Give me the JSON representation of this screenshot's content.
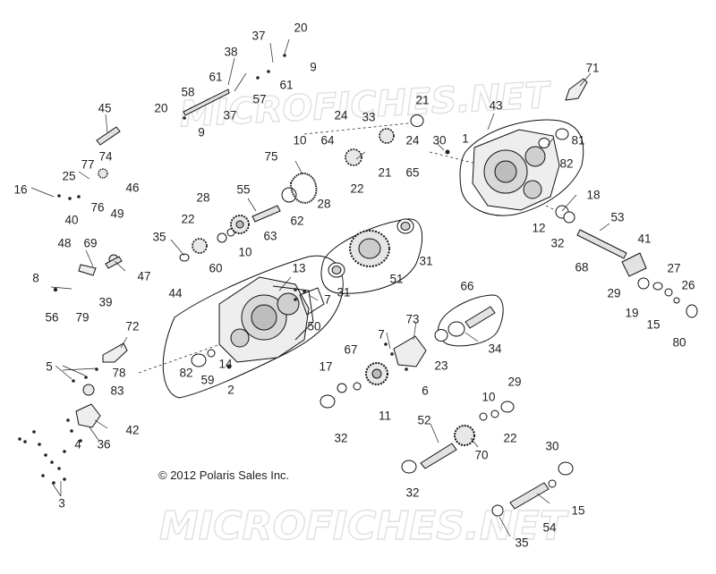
{
  "copyright": "© 2012 Polaris Sales Inc.",
  "watermarks": [
    "MICROFICHES.NET",
    "MICROFICHES.NET"
  ],
  "callouts": [
    {
      "id": "c1",
      "text": "20"
    },
    {
      "id": "c2",
      "text": "37"
    },
    {
      "id": "c3",
      "text": "9"
    },
    {
      "id": "c4",
      "text": "38"
    },
    {
      "id": "c5",
      "text": "61"
    },
    {
      "id": "c6",
      "text": "61"
    },
    {
      "id": "c7",
      "text": "57"
    },
    {
      "id": "c8",
      "text": "58"
    },
    {
      "id": "c9",
      "text": "37"
    },
    {
      "id": "c10",
      "text": "20"
    },
    {
      "id": "c11",
      "text": "9"
    },
    {
      "id": "c12",
      "text": "45"
    },
    {
      "id": "c13",
      "text": "71"
    },
    {
      "id": "c14",
      "text": "43"
    },
    {
      "id": "c15",
      "text": "81"
    },
    {
      "id": "c16",
      "text": "82"
    },
    {
      "id": "c17",
      "text": "21"
    },
    {
      "id": "c18",
      "text": "33"
    },
    {
      "id": "c19",
      "text": "24"
    },
    {
      "id": "c20",
      "text": "24"
    },
    {
      "id": "c21",
      "text": "30"
    },
    {
      "id": "c22",
      "text": "1"
    },
    {
      "id": "c23",
      "text": "64"
    },
    {
      "id": "c24",
      "text": "10"
    },
    {
      "id": "c25",
      "text": "21"
    },
    {
      "id": "c26",
      "text": "65"
    },
    {
      "id": "c27",
      "text": "75"
    },
    {
      "id": "c28",
      "text": "22"
    },
    {
      "id": "c29",
      "text": "28"
    },
    {
      "id": "c30",
      "text": "74"
    },
    {
      "id": "c31",
      "text": "77"
    },
    {
      "id": "c32",
      "text": "25"
    },
    {
      "id": "c33",
      "text": "16"
    },
    {
      "id": "c34",
      "text": "46"
    },
    {
      "id": "c35",
      "text": "40"
    },
    {
      "id": "c36",
      "text": "76"
    },
    {
      "id": "c37",
      "text": "49"
    },
    {
      "id": "c38",
      "text": "55"
    },
    {
      "id": "c39",
      "text": "28"
    },
    {
      "id": "c40",
      "text": "62"
    },
    {
      "id": "c41",
      "text": "18"
    },
    {
      "id": "c42",
      "text": "12"
    },
    {
      "id": "c43",
      "text": "32"
    },
    {
      "id": "c44",
      "text": "68"
    },
    {
      "id": "c45",
      "text": "53"
    },
    {
      "id": "c46",
      "text": "22"
    },
    {
      "id": "c47",
      "text": "10"
    },
    {
      "id": "c48",
      "text": "63"
    },
    {
      "id": "c49",
      "text": "35"
    },
    {
      "id": "c50",
      "text": "60"
    },
    {
      "id": "c51",
      "text": "48"
    },
    {
      "id": "c52",
      "text": "69"
    },
    {
      "id": "c53",
      "text": "47"
    },
    {
      "id": "c54",
      "text": "31"
    },
    {
      "id": "c55",
      "text": "51"
    },
    {
      "id": "c56",
      "text": "31"
    },
    {
      "id": "c57",
      "text": "41"
    },
    {
      "id": "c58",
      "text": "27"
    },
    {
      "id": "c59",
      "text": "26"
    },
    {
      "id": "c60",
      "text": "8"
    },
    {
      "id": "c61",
      "text": "39"
    },
    {
      "id": "c62",
      "text": "56"
    },
    {
      "id": "c63",
      "text": "79"
    },
    {
      "id": "c64",
      "text": "44"
    },
    {
      "id": "c65",
      "text": "13"
    },
    {
      "id": "c66",
      "text": "7"
    },
    {
      "id": "c67",
      "text": "50"
    },
    {
      "id": "c68",
      "text": "66"
    },
    {
      "id": "c69",
      "text": "29"
    },
    {
      "id": "c70",
      "text": "19"
    },
    {
      "id": "c71",
      "text": "15"
    },
    {
      "id": "c72",
      "text": "80"
    },
    {
      "id": "c73",
      "text": "72"
    },
    {
      "id": "c74",
      "text": "7"
    },
    {
      "id": "c75",
      "text": "73"
    },
    {
      "id": "c76",
      "text": "34"
    },
    {
      "id": "c77",
      "text": "67"
    },
    {
      "id": "c78",
      "text": "23"
    },
    {
      "id": "c79",
      "text": "5"
    },
    {
      "id": "c80",
      "text": "78"
    },
    {
      "id": "c81",
      "text": "82"
    },
    {
      "id": "c82",
      "text": "59"
    },
    {
      "id": "c83",
      "text": "14"
    },
    {
      "id": "c84",
      "text": "2"
    },
    {
      "id": "c85",
      "text": "83"
    },
    {
      "id": "c86",
      "text": "17"
    },
    {
      "id": "c87",
      "text": "6"
    },
    {
      "id": "c88",
      "text": "11"
    },
    {
      "id": "c89",
      "text": "29"
    },
    {
      "id": "c90",
      "text": "10"
    },
    {
      "id": "c91",
      "text": "22"
    },
    {
      "id": "c92",
      "text": "42"
    },
    {
      "id": "c93",
      "text": "36"
    },
    {
      "id": "c94",
      "text": "4"
    },
    {
      "id": "c95",
      "text": "32"
    },
    {
      "id": "c96",
      "text": "52"
    },
    {
      "id": "c97",
      "text": "70"
    },
    {
      "id": "c98",
      "text": "30"
    },
    {
      "id": "c99",
      "text": "3"
    },
    {
      "id": "c100",
      "text": "32"
    },
    {
      "id": "c101",
      "text": "15"
    },
    {
      "id": "c102",
      "text": "54"
    },
    {
      "id": "c103",
      "text": "35"
    }
  ]
}
